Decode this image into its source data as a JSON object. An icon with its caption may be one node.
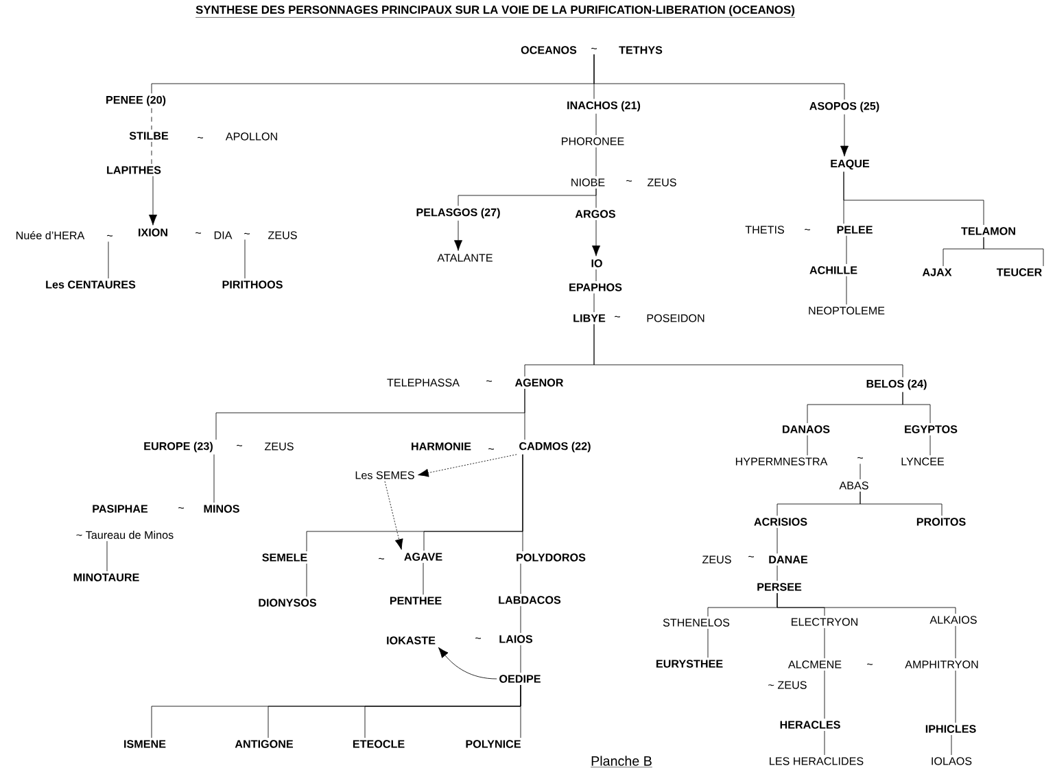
{
  "diagram": {
    "title": "SYNTHESE DES PERSONNAGES PRINCIPAUX SUR LA VOIE DE LA PURIFICATION-LIBERATION (OCEANOS)",
    "nodes": [
      {
        "text": [
          "OCEANOS"
        ]
      },
      {
        "text": [
          "~"
        ]
      },
      {
        "text": [
          "TETHYS"
        ]
      },
      {
        "text": [
          "PENEE (20)"
        ]
      },
      {
        "text": [
          "STILBE"
        ]
      },
      {
        "text": [
          "APOLLON"
        ]
      },
      {
        "text": [
          "LAPITHES"
        ]
      },
      {
        "text": [
          "Nuée d’HERA"
        ]
      },
      {
        "text": [
          "~"
        ]
      },
      {
        "text": [
          "IXION"
        ]
      },
      {
        "text": [
          "DIA"
        ]
      },
      {
        "text": [
          "~"
        ]
      },
      {
        "text": [
          "ZEUS"
        ]
      },
      {
        "text": [
          "Les CENTAURES"
        ]
      },
      {
        "text": [
          "PIRITHOOS"
        ]
      },
      {
        "text": [
          "INACHOS (21)"
        ]
      },
      {
        "text": [
          "PHORONEE"
        ]
      },
      {
        "text": [
          "NIOBE"
        ]
      },
      {
        "text": [
          "ZEUS"
        ]
      },
      {
        "text": [
          "PELASGOS (27)"
        ]
      },
      {
        "text": [
          "ARGOS"
        ]
      },
      {
        "text": [
          "ATALANTE"
        ]
      },
      {
        "text": [
          "IO"
        ]
      },
      {
        "text": [
          "EPAPHOS"
        ]
      },
      {
        "text": [
          "LIBYE"
        ]
      },
      {
        "text": [
          "POSEIDON"
        ]
      },
      {
        "text": [
          "ASOPOS (25)"
        ]
      },
      {
        "text": [
          "EAQUE"
        ]
      },
      {
        "text": [
          "THETIS"
        ]
      },
      {
        "text": [
          "PELEE"
        ]
      },
      {
        "text": [
          "TELAMON"
        ]
      },
      {
        "text": [
          "ACHILLE"
        ]
      },
      {
        "text": [
          "AJAX"
        ]
      },
      {
        "text": [
          "TEUCER"
        ]
      },
      {
        "text": [
          "NEOPTOLEME"
        ]
      },
      {
        "text": [
          "TELEPHASSA"
        ]
      },
      {
        "text": [
          "AGENOR"
        ]
      },
      {
        "text": [
          "BELOS (24)"
        ]
      },
      {
        "text": [
          "EUROPE (23)"
        ]
      },
      {
        "text": [
          "ZEUS"
        ]
      },
      {
        "text": [
          "HARMONIE"
        ]
      },
      {
        "text": [
          "CADMOS (22)"
        ]
      },
      {
        "text": [
          "Les SEMES"
        ]
      },
      {
        "text": [
          "PASIPHAE"
        ]
      },
      {
        "text": [
          "MINOS"
        ]
      },
      {
        "text": [
          "~ Taureau de Minos"
        ]
      },
      {
        "text": [
          "MINOTAURE"
        ]
      },
      {
        "text": [
          "SEMELE"
        ]
      },
      {
        "text": [
          "AGAVE"
        ]
      },
      {
        "text": [
          "POLYDOROS"
        ]
      },
      {
        "text": [
          "DIONYSOS"
        ]
      },
      {
        "text": [
          "PENTHEE"
        ]
      },
      {
        "text": [
          "LABDACOS"
        ]
      },
      {
        "text": [
          "IOKASTE"
        ]
      },
      {
        "text": [
          "LAIOS"
        ]
      },
      {
        "text": [
          "OEDIPE"
        ]
      },
      {
        "text": [
          "ISMENE"
        ]
      },
      {
        "text": [
          "ANTIGONE"
        ]
      },
      {
        "text": [
          "ETEOCLE"
        ]
      },
      {
        "text": [
          "POLYNICE"
        ]
      },
      {
        "text": [
          "DANAOS"
        ]
      },
      {
        "text": [
          "EGYPTOS"
        ]
      },
      {
        "text": [
          "HYPERMNESTRA"
        ]
      },
      {
        "text": [
          "~"
        ]
      },
      {
        "text": [
          "LYNCEE"
        ]
      },
      {
        "text": [
          "ABAS"
        ]
      },
      {
        "text": [
          "ACRISIOS"
        ]
      },
      {
        "text": [
          "PROITOS"
        ]
      },
      {
        "text": [
          "ZEUS"
        ]
      },
      {
        "text": [
          "DANAE"
        ]
      },
      {
        "text": [
          "PERSEE"
        ]
      },
      {
        "text": [
          "STHENELOS"
        ]
      },
      {
        "text": [
          "ELECTRYON"
        ]
      },
      {
        "text": [
          "ALKAIOS"
        ]
      },
      {
        "text": [
          "EURYSTHEE"
        ]
      },
      {
        "text": [
          "ALCMENE"
        ]
      },
      {
        "text": [
          "AMPHITRYON"
        ]
      },
      {
        "text": [
          "HERACLES"
        ]
      },
      {
        "text": [
          "IPHICLES"
        ]
      },
      {
        "text": [
          "LES HERACLIDES"
        ]
      },
      {
        "text": [
          "IOLAOS"
        ]
      }
    ],
    "edges": [
      {
        "from": 1,
        "to": 3,
        "arrow": "none"
      },
      {
        "from": 1,
        "to": 15,
        "arrow": "none"
      },
      {
        "from": 1,
        "to": 26,
        "arrow": "none"
      },
      {
        "from": 3,
        "to": 4,
        "arrow": "none",
        "style": "dashed"
      },
      {
        "from": 4,
        "to": 6,
        "arrow": "none",
        "style": "dashed"
      },
      {
        "from": 6,
        "to": 9,
        "arrow": "to"
      },
      {
        "from": 8,
        "to": 13,
        "arrow": "none"
      },
      {
        "from": 11,
        "to": 14,
        "arrow": "none"
      },
      {
        "from": 15,
        "to": 16,
        "arrow": "none"
      },
      {
        "from": 16,
        "to": 17,
        "arrow": "none"
      },
      {
        "from": 17,
        "to": 19,
        "arrow": "none"
      },
      {
        "from": 17,
        "to": 20,
        "arrow": "none"
      },
      {
        "from": 19,
        "to": 21,
        "arrow": "to"
      },
      {
        "from": 20,
        "to": 22,
        "arrow": "to"
      },
      {
        "from": 22,
        "to": 23,
        "arrow": "none"
      },
      {
        "from": 23,
        "to": 24,
        "arrow": "none"
      },
      {
        "from": 24,
        "to": 36,
        "arrow": "none"
      },
      {
        "from": 24,
        "to": 37,
        "arrow": "none"
      },
      {
        "from": 26,
        "to": 27,
        "arrow": "to"
      },
      {
        "from": 27,
        "to": 29,
        "arrow": "none"
      },
      {
        "from": 27,
        "to": 30,
        "arrow": "none"
      },
      {
        "from": 29,
        "to": 31,
        "arrow": "none"
      },
      {
        "from": 31,
        "to": 34,
        "arrow": "none"
      },
      {
        "from": 30,
        "to": 32,
        "arrow": "none"
      },
      {
        "from": 30,
        "to": 33,
        "arrow": "none"
      },
      {
        "from": 36,
        "to": 38,
        "arrow": "none"
      },
      {
        "from": 36,
        "to": 41,
        "arrow": "none"
      },
      {
        "from": 38,
        "to": 44,
        "arrow": "none"
      },
      {
        "from": 45,
        "to": 46,
        "arrow": "none"
      },
      {
        "from": 41,
        "to": 42,
        "arrow": "to",
        "style": "dashed"
      },
      {
        "from": 42,
        "to": 48,
        "arrow": "to",
        "style": "dashed"
      },
      {
        "from": 41,
        "to": 47,
        "arrow": "none"
      },
      {
        "from": 41,
        "to": 48,
        "arrow": "none"
      },
      {
        "from": 41,
        "to": 49,
        "arrow": "none"
      },
      {
        "from": 47,
        "to": 50,
        "arrow": "none"
      },
      {
        "from": 48,
        "to": 51,
        "arrow": "none"
      },
      {
        "from": 49,
        "to": 52,
        "arrow": "none"
      },
      {
        "from": 52,
        "to": 54,
        "arrow": "none"
      },
      {
        "from": 54,
        "to": 55,
        "arrow": "none"
      },
      {
        "from": 55,
        "to": 53,
        "arrow": "to"
      },
      {
        "from": 55,
        "to": 56,
        "arrow": "none"
      },
      {
        "from": 55,
        "to": 57,
        "arrow": "none"
      },
      {
        "from": 55,
        "to": 58,
        "arrow": "none"
      },
      {
        "from": 55,
        "to": 59,
        "arrow": "none"
      },
      {
        "from": 37,
        "to": 60,
        "arrow": "none"
      },
      {
        "from": 37,
        "to": 61,
        "arrow": "none"
      },
      {
        "from": 60,
        "to": 62,
        "arrow": "none"
      },
      {
        "from": 61,
        "to": 64,
        "arrow": "none"
      },
      {
        "from": 63,
        "to": 65,
        "arrow": "none"
      },
      {
        "from": 65,
        "to": 66,
        "arrow": "none"
      },
      {
        "from": 65,
        "to": 67,
        "arrow": "none"
      },
      {
        "from": 66,
        "to": 69,
        "arrow": "none"
      },
      {
        "from": 69,
        "to": 70,
        "arrow": "none"
      },
      {
        "from": 70,
        "to": 71,
        "arrow": "none"
      },
      {
        "from": 70,
        "to": 72,
        "arrow": "none"
      },
      {
        "from": 70,
        "to": 73,
        "arrow": "none"
      },
      {
        "from": 71,
        "to": 74,
        "arrow": "none"
      },
      {
        "from": 72,
        "to": 75,
        "arrow": "none"
      },
      {
        "from": 73,
        "to": 76,
        "arrow": "none"
      },
      {
        "from": 75,
        "to": 77,
        "arrow": "none"
      },
      {
        "from": 76,
        "to": 78,
        "arrow": "none"
      },
      {
        "from": 77,
        "to": 79,
        "arrow": "none"
      },
      {
        "from": 78,
        "to": 80,
        "arrow": "none"
      }
    ],
    "labels": [
      "~",
      "~",
      "~",
      "~",
      "~",
      "~",
      "~",
      "~",
      "~",
      "~",
      "~",
      "~",
      "~",
      "~ ZEUS",
      "Planche B"
    ]
  }
}
